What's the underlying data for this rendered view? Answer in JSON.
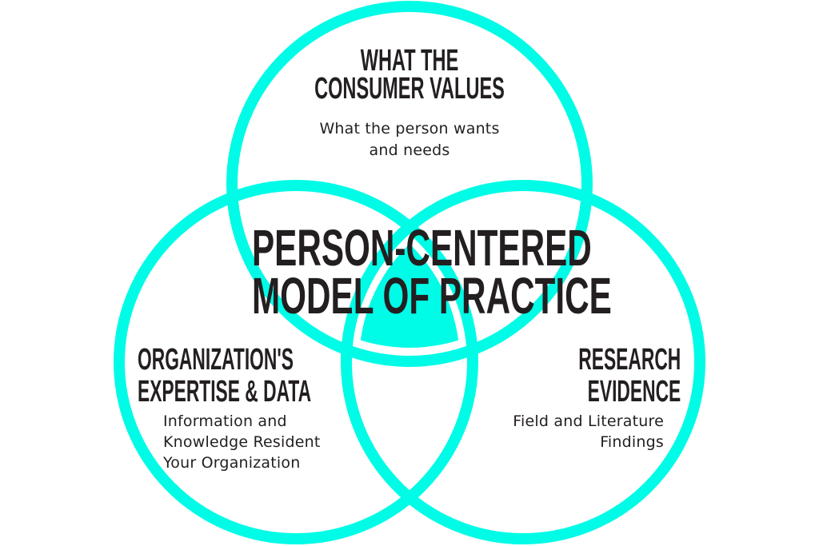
{
  "diagram": {
    "type": "venn",
    "accent_color": "#00fce6",
    "text_color": "#231f20",
    "background_color": "#ffffff",
    "title": {
      "lines": [
        "PERSON-CENTERED",
        "MODEL OF PRACTICE"
      ]
    },
    "circles": [
      {
        "id": "top",
        "heading_lines": [
          "WHAT THE",
          "CONSUMER VALUES"
        ],
        "body_lines": [
          "What the person wants",
          "and needs"
        ]
      },
      {
        "id": "left",
        "heading_lines": [
          "ORGANIZATION'S",
          "EXPERTISE & DATA"
        ],
        "body_lines": [
          "Information and",
          "Knowledge Resident",
          "Your Organization"
        ]
      },
      {
        "id": "right",
        "heading_lines": [
          "RESEARCH",
          "EVIDENCE"
        ],
        "body_lines": [
          "Field and Literature",
          "Findings"
        ]
      }
    ]
  }
}
